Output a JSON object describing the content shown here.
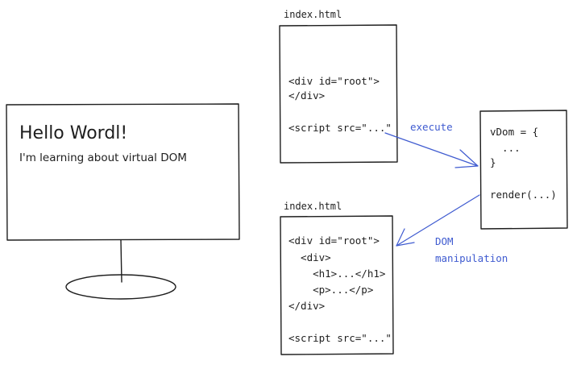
{
  "monitor": {
    "heading": "Hello Wordl!",
    "subtext": "I'm learning about virtual DOM"
  },
  "file_before": {
    "filename": "index.html",
    "lines": [
      "<div id=\"root\">",
      "</div>",
      "",
      "<script src=\"...\""
    ]
  },
  "vdom_box": {
    "lines": [
      "vDom = {",
      "  ...",
      "}",
      "",
      "render(...)"
    ]
  },
  "file_after": {
    "filename": "index.html",
    "lines": [
      "<div id=\"root\">",
      "  <div>",
      "    <h1>...</h1>",
      "    <p>...</p>",
      "</div>",
      "",
      "<script src=\"...\""
    ]
  },
  "arrows": {
    "execute_label": "execute",
    "dom_label_line1": "DOM",
    "dom_label_line2": "manipulation"
  },
  "colors": {
    "stroke": "#1e1e1e",
    "annotation": "#3f5bd0",
    "background": "#ffffff"
  }
}
